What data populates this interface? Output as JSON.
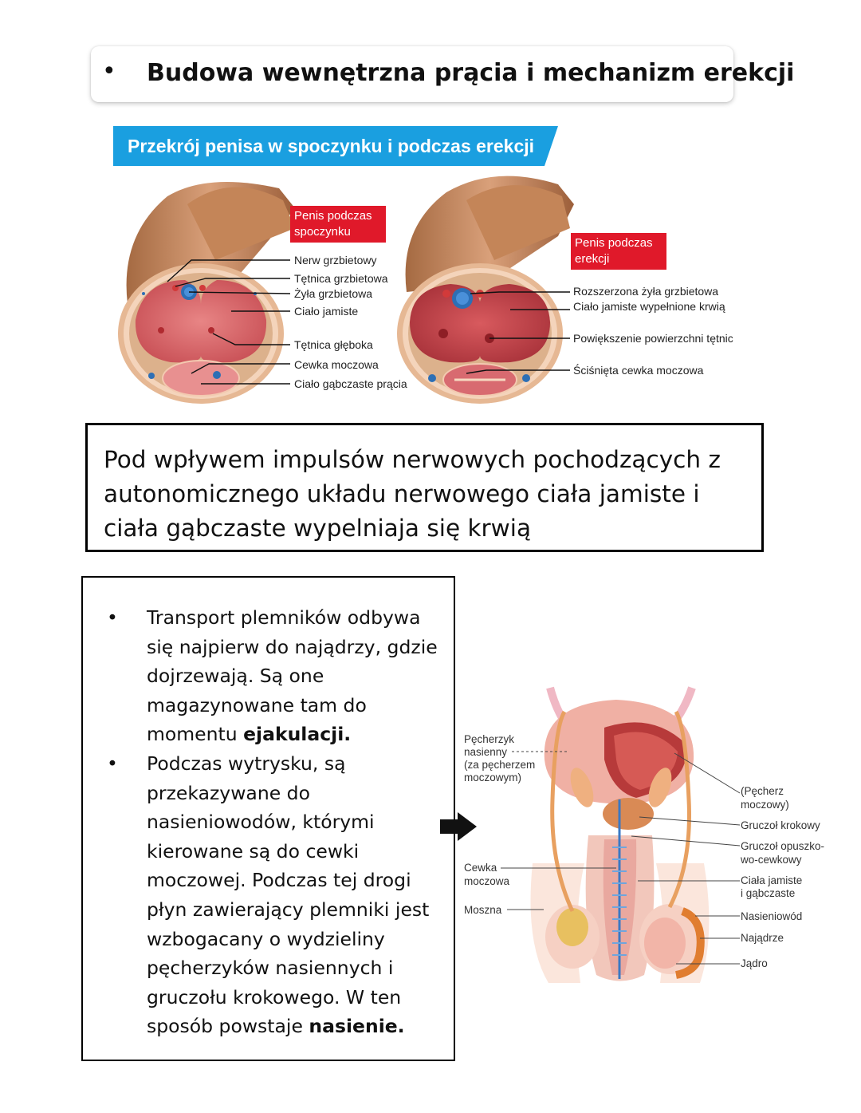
{
  "header": {
    "bullet": "•",
    "title": "Budowa wewnętrzna prącia i mechanizm erekcji"
  },
  "figure_penis": {
    "banner": "Przekrój penisa w spoczynku i podczas erekcji",
    "rest": {
      "tag_line1": "Penis podczas",
      "tag_line2": "spoczynku",
      "labels": [
        "Nerw grzbietowy",
        "Tętnica grzbietowa",
        "Żyła grzbietowa",
        "Ciało jamiste",
        "Tętnica głęboka",
        "Cewka moczowa",
        "Ciało gąbczaste prącia"
      ]
    },
    "erect": {
      "tag_line1": "Penis podczas",
      "tag_line2": "erekcji",
      "labels": [
        "Rozszerzona żyła grzbietowa",
        "Ciało jamiste wypełnione krwią",
        "Powiększenie powierzchni tętnic",
        "Ściśnięta cewka moczowa"
      ]
    },
    "colors": {
      "banner": "#1a9fe0",
      "tag": "#e0192a",
      "skin": "#c98a5c",
      "tissue": "#d9686a"
    }
  },
  "box_erection": {
    "text": "Pod wpływem impulsów nerwowych pochodzących z autonomicznego układu nerwowego ciała jamiste i ciała gąbczaste wypelniaja się krwią"
  },
  "box_transport": {
    "bullets": [
      {
        "dot": "•",
        "lines": [
          "Transport plemników odbywa",
          "się najpierw do najądrzy, gdzie",
          "dojrzewają. Są one",
          "magazynowane tam do"
        ],
        "last_prefix": "momentu ",
        "last_bold": "ejakulacji."
      },
      {
        "dot": "•",
        "lines": [
          "Podczas wytrysku, są",
          "przekazywane do",
          "nasieniowodów, którymi",
          "kierowane są do cewki",
          "moczowej. Podczas tej drogi",
          "płyn zawierający plemniki jest",
          "wzbogacany o wydzieliny",
          "pęcherzyków nasiennych i",
          "gruczołu krokowego. W ten"
        ],
        "last_prefix": "sposób powstaje ",
        "last_bold": "nasienie."
      }
    ]
  },
  "figure_anatomy": {
    "left_labels": {
      "seminal_vesicle": [
        "Pęcherzyk",
        "nasienny",
        "(za pęcherzem",
        "moczowym)"
      ],
      "urethra": [
        "Cewka",
        "moczowa"
      ],
      "scrotum": "Moszna"
    },
    "right_labels": {
      "bladder": [
        "(Pęcherz",
        "moczowy)"
      ],
      "prostate": "Gruczoł krokowy",
      "bulbourethral": [
        "Gruczoł opuszko-",
        "wo-cewkowy"
      ],
      "corpora": [
        "Ciała jamiste",
        "i gąbczaste"
      ],
      "vas_deferens": "Nasieniowód",
      "epididymis": "Najądrze",
      "testis": "Jądro"
    },
    "arrow_icon": "right-arrow-icon"
  }
}
